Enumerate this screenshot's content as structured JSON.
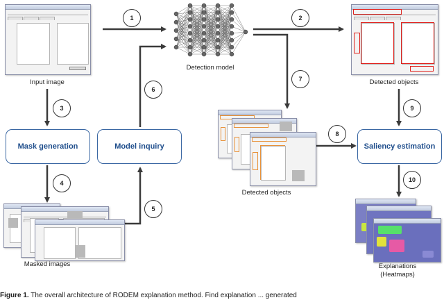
{
  "labels": {
    "input_image": "Input image",
    "detection_model": "Detection model",
    "detected_objects_top": "Detected objects",
    "detected_objects_mid": "Detected objects",
    "masked_images": "Masked images",
    "explanations_line1": "Explanations",
    "explanations_line2": "(Heatmaps)"
  },
  "boxes": {
    "mask_generation": "Mask generation",
    "model_inquiry": "Model inquiry",
    "saliency_estimation": "Saliency estimation"
  },
  "steps": [
    "1",
    "2",
    "3",
    "4",
    "5",
    "6",
    "7",
    "8",
    "9",
    "10"
  ],
  "caption": {
    "prefix": "Figure 1.",
    "text": "The overall architecture of RODEM explanation method. Find explanation ... generated"
  },
  "colors": {
    "box_border": "#3a67a3",
    "box_text": "#1f4e8c",
    "detection_red": "#e0201b",
    "detection_orange": "#e8923a",
    "arrow": "#3a3a3a"
  }
}
